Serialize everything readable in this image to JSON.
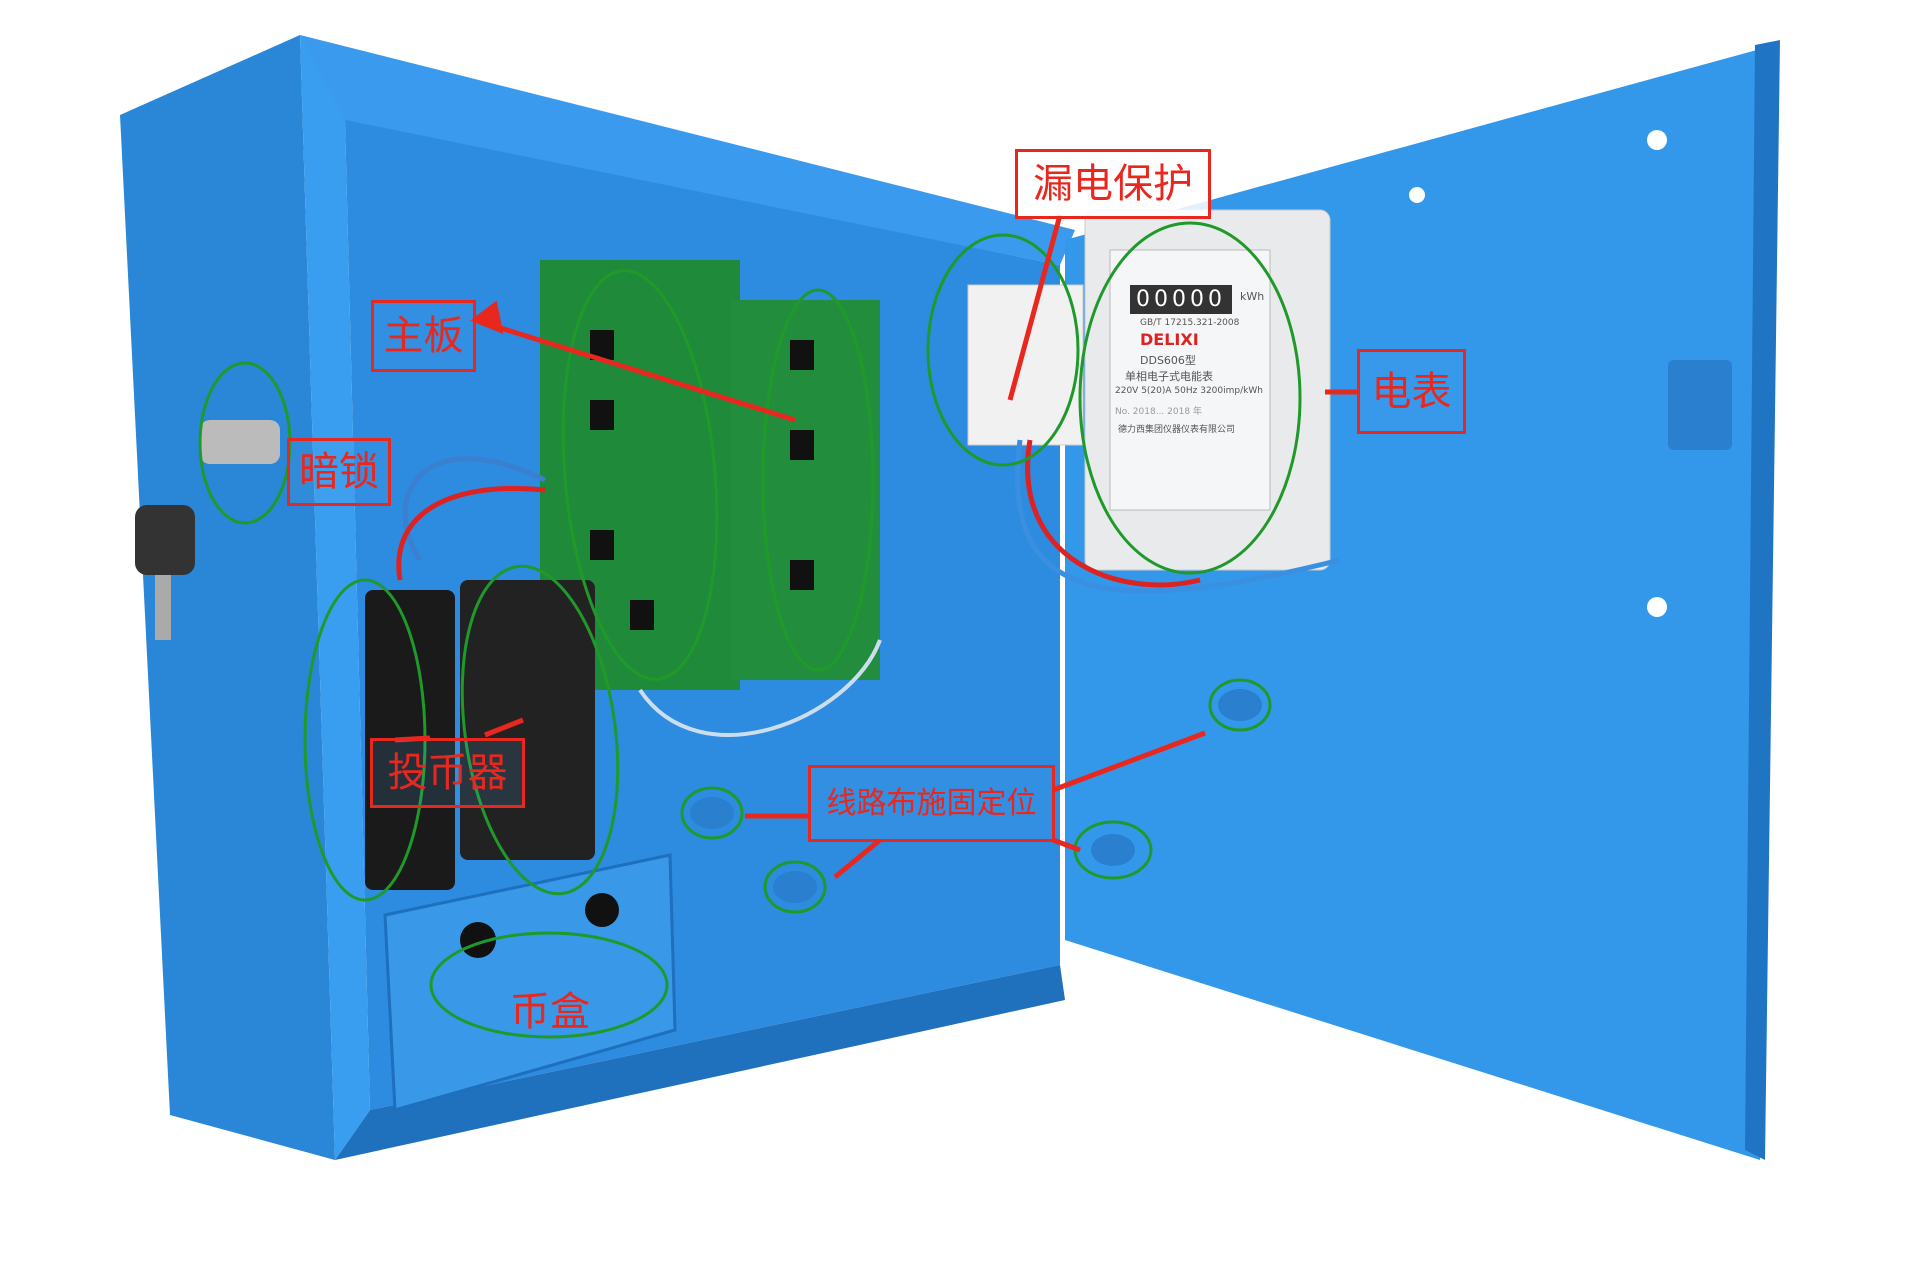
{
  "labels": {
    "leakage_protection": "漏电保护",
    "main_board": "主板",
    "electric_meter": "电表",
    "hidden_lock": "暗锁",
    "coin_acceptor": "投币器",
    "wiring_fixing_points": "线路布施固定位",
    "coin_box": "币盒"
  },
  "meter": {
    "reading": "00000",
    "unit": "kWh",
    "brand": "DELIXI",
    "model": "DDS606型",
    "type": "单相电子式电能表",
    "spec": "220V 5(20)A 50Hz 3200imp/kWh",
    "standard": "GB/T 17215.321-2008",
    "serial": "No. 2018...  2018 年",
    "maker": "德力西集团仪器仪表有限公司"
  },
  "colors": {
    "cabinet": "#2f8fe0",
    "annotation_red": "#e8281e",
    "annotation_green": "#1f9a2a"
  }
}
